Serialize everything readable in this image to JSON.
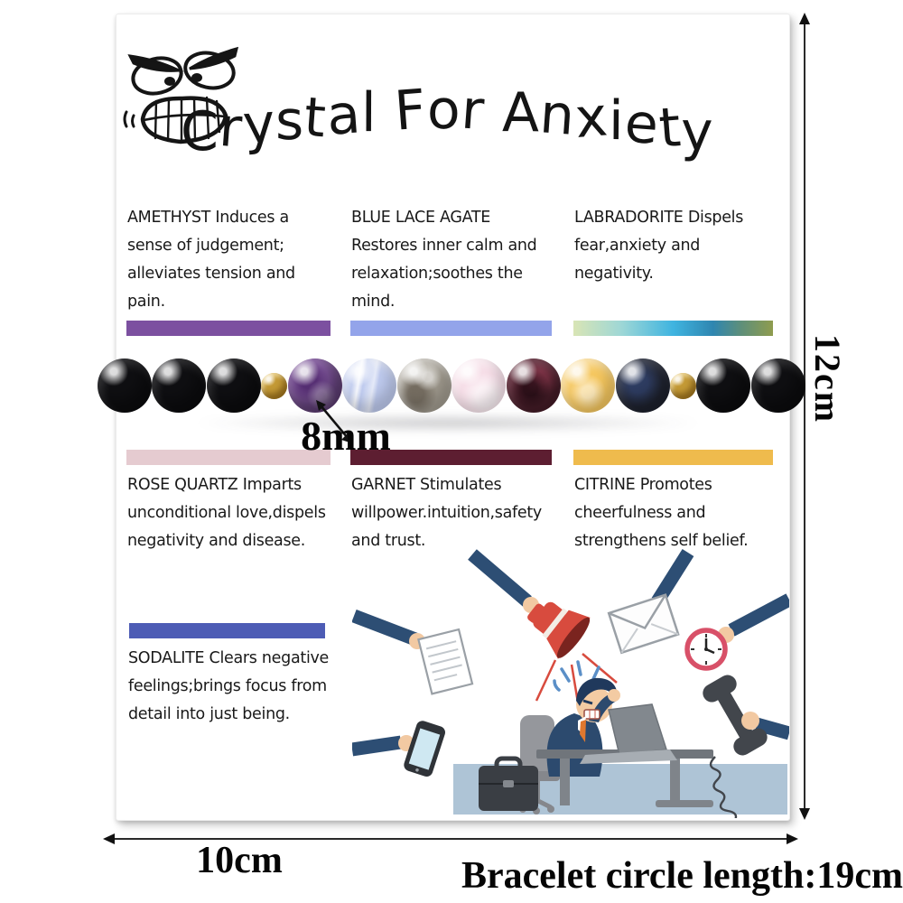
{
  "title": "Crystal For Anxiety",
  "crystals": [
    {
      "id": "amethyst",
      "text": "AMETHYST Induces a\nsense of judgement;\nalleviates tension and\npain.",
      "bar_color": "#7c50a0"
    },
    {
      "id": "blue-lace-agate",
      "text": "BLUE LACE AGATE\nRestores inner calm and\nrelaxation;soothes the\nmind.",
      "bar_color": "#93a4ea"
    },
    {
      "id": "labradorite",
      "text": "LABRADORITE Dispels\nfear,anxiety and\nnegativity.",
      "bar_color": "linear-gradient(90deg,#d9e5b5 0%,#9ed7d6 24%,#3fb4e0 50%,#2f86b0 70%,#5e8f7a 84%,#8f9c4e 100%)"
    },
    {
      "id": "rose-quartz",
      "text": "ROSE QUARTZ Imparts\nunconditional love,dispels\nnegativity and disease.",
      "bar_color": "#e5cbd0"
    },
    {
      "id": "garnet",
      "text": "GARNET Stimulates\nwillpower.intuition,safety\nand trust.",
      "bar_color": "#5d1e31"
    },
    {
      "id": "citrine",
      "text": "CITRINE Promotes\ncheerfulness and\nstrengthens self belief.",
      "bar_color": "#efbb4d"
    },
    {
      "id": "sodalite",
      "text": "SODALITE Clears negative\nfeelings;brings focus from\ndetail into just being.",
      "bar_color": "#4d5cb5"
    }
  ],
  "bracelet": {
    "bead_size_label": "8mm",
    "beads": [
      {
        "name": "black-onyx",
        "color": "#0f0f12"
      },
      {
        "name": "black-onyx",
        "color": "#0f0f12"
      },
      {
        "name": "black-onyx",
        "color": "#0f0f12"
      },
      {
        "name": "gold-spacer",
        "color": "#c49a36"
      },
      {
        "name": "amethyst",
        "color": "#7b5198"
      },
      {
        "name": "blue-lace-agate",
        "color": "#becaee"
      },
      {
        "name": "labradorite",
        "color": "#a09a8e"
      },
      {
        "name": "rose-quartz",
        "color": "#f6dde7"
      },
      {
        "name": "garnet",
        "color": "#5b2534"
      },
      {
        "name": "citrine",
        "color": "#f5c75f"
      },
      {
        "name": "sodalite",
        "color": "#272c3c"
      },
      {
        "name": "gold-spacer",
        "color": "#c49a36"
      },
      {
        "name": "black-onyx",
        "color": "#0f0f12"
      },
      {
        "name": "black-onyx",
        "color": "#0f0f12"
      }
    ]
  },
  "dimensions": {
    "height": "12cm",
    "width": "10cm",
    "circumference": "Bracelet circle length:19cm"
  },
  "illustration": {
    "name": "stressed-man-at-desk",
    "elements": [
      "papers",
      "megaphone",
      "envelope",
      "clock",
      "phone-handset",
      "smartphone",
      "briefcase",
      "laptop",
      "office-chair",
      "desk",
      "stressed-man"
    ]
  }
}
